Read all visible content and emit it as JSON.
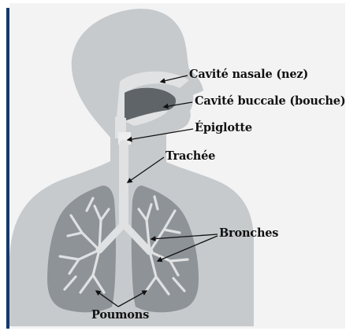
{
  "labels": {
    "nasal": "Cavité nasale (nez)",
    "oral": "Cavité buccale (bouche)",
    "epiglottis": "Épiglotte",
    "trachea": "Trachée",
    "bronchi": "Bronches",
    "lungs": "Poumons"
  },
  "colors": {
    "frame_bar": "#14396b",
    "panel": "#f3f3f4",
    "body": "#c6cacd",
    "lung": "#8e9397",
    "airway": "#dfe1e3",
    "cavity": "#5f6468",
    "leader": "#111111"
  }
}
